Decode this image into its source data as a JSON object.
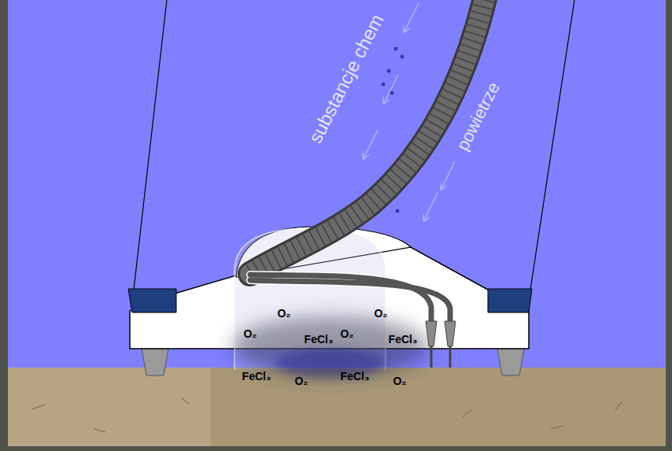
{
  "diagram": {
    "labels": [
      "substancje chem",
      "powietrze",
      "O₂",
      "O₂",
      "O₂",
      "FeCl₃",
      "O₂",
      "FeCl₃",
      "FeCl₃",
      "O₂",
      "FeCl₃",
      "O₂"
    ]
  }
}
